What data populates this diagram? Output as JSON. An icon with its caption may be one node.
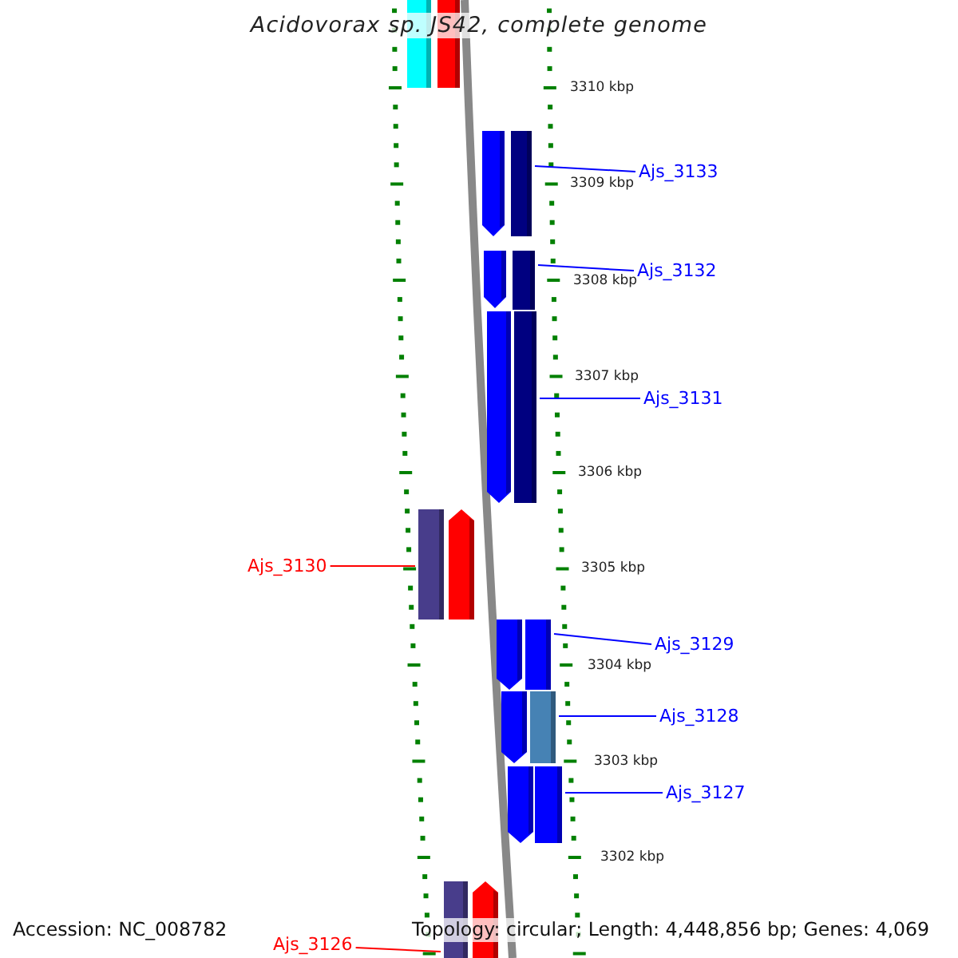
{
  "diagram": {
    "title": "Acidovorax sp. JS42, complete genome",
    "nodes": [
      {
        "text": [],
        "shape": "bar"
      },
      {
        "text": [],
        "shape": "bar"
      },
      {
        "text": [],
        "shape": "pentagon"
      },
      {
        "text": [],
        "shape": "bar"
      },
      {
        "text": [
          "Ajs_3133"
        ]
      },
      {
        "text": [],
        "shape": "pentagon"
      },
      {
        "text": [],
        "shape": "bar"
      },
      {
        "text": [
          "Ajs_3132"
        ]
      },
      {
        "text": [],
        "shape": "pentagon"
      },
      {
        "text": [],
        "shape": "bar"
      },
      {
        "text": [
          "Ajs_3131"
        ]
      },
      {
        "text": [
          "Ajs_3130"
        ]
      },
      {
        "text": [],
        "shape": "bar"
      },
      {
        "text": [],
        "shape": "pentagon"
      },
      {
        "text": [],
        "shape": "pentagon"
      },
      {
        "text": [],
        "shape": "bar"
      },
      {
        "text": [
          "Ajs_3129"
        ]
      },
      {
        "text": [],
        "shape": "pentagon"
      },
      {
        "text": [],
        "shape": "bar"
      },
      {
        "text": [
          "Ajs_3128"
        ]
      },
      {
        "text": [],
        "shape": "pentagon"
      },
      {
        "text": [],
        "shape": "bar"
      },
      {
        "text": [
          "Ajs_3127"
        ]
      },
      {
        "text": [
          "Ajs_3126"
        ]
      },
      {
        "text": [],
        "shape": "bar"
      },
      {
        "text": [],
        "shape": "pentagon"
      }
    ],
    "edges": [
      {
        "from": 4,
        "to": 3,
        "arrow": "none"
      },
      {
        "from": 7,
        "to": 6,
        "arrow": "none"
      },
      {
        "from": 10,
        "to": 9,
        "arrow": "none"
      },
      {
        "from": 11,
        "to": 12,
        "arrow": "none",
        "color": "#ff0000"
      },
      {
        "from": 16,
        "to": 15,
        "arrow": "none"
      },
      {
        "from": 19,
        "to": 18,
        "arrow": "none"
      },
      {
        "from": 22,
        "to": 21,
        "arrow": "none"
      },
      {
        "from": 23,
        "to": 24,
        "arrow": "none",
        "color": "#ff0000"
      }
    ],
    "labels": [
      "3310 kbp",
      "3309 kbp",
      "3308 kbp",
      "3307 kbp",
      "3306 kbp",
      "3305 kbp",
      "3304 kbp",
      "3303 kbp",
      "3302 kbp",
      "Accession: NC_008782",
      "Topology: circular; Length: 4,448,856 bp; Genes: 4,069"
    ]
  }
}
